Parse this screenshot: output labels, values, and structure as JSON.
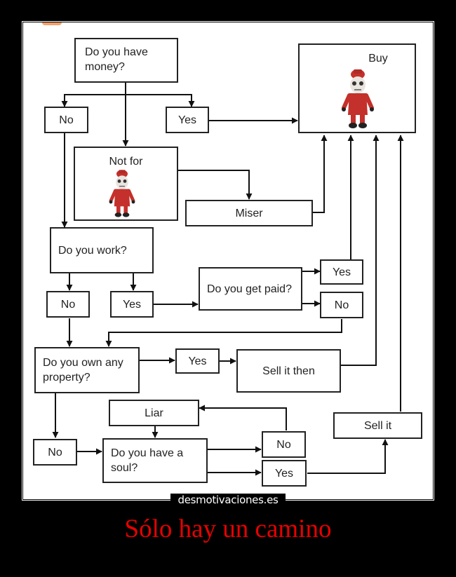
{
  "diagram": {
    "nodes": {
      "money_q": "Do you have money?",
      "buy": "Buy",
      "no1": "No",
      "yes1": "Yes",
      "not_for": "Not for",
      "miser": "Miser",
      "work_q": "Do you work?",
      "no2": "No",
      "yes2": "Yes",
      "paid_q": "Do you get paid?",
      "yes3": "Yes",
      "no3": "No",
      "property_q": "Do you own any property?",
      "yes4": "Yes",
      "sell_then": "Sell it then",
      "liar": "Liar",
      "no4": "No",
      "soul_q": "Do you have a soul?",
      "no5": "No",
      "yes5": "Yes",
      "sell_it": "Sell it"
    }
  },
  "watermark": "desmotivaciones.es",
  "caption": "Sólo hay un camino",
  "colors": {
    "caption": "#e80000",
    "doll_red": "#c4302b",
    "background": "#000000"
  }
}
